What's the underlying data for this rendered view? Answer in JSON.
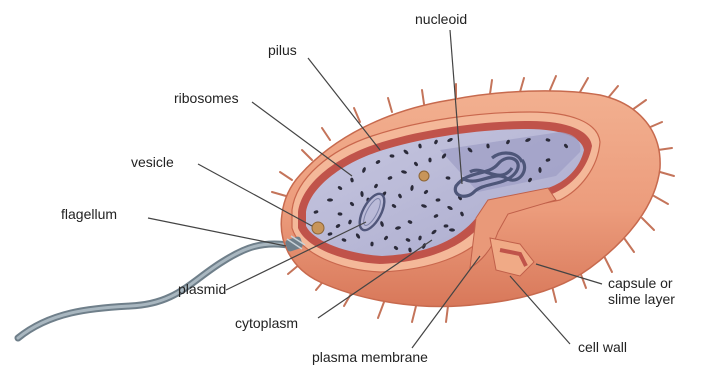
{
  "labels": {
    "nucleoid": "nucleoid",
    "pilus": "pilus",
    "ribosomes": "ribosomes",
    "vesicle": "vesicle",
    "flagellum": "flagellum",
    "plasmid": "plasmid",
    "cytoplasm": "cytoplasm",
    "plasma_membrane": "plasma membrane",
    "capsule_line1": "capsule or",
    "capsule_line2": "slime layer",
    "cell_wall": "cell wall"
  },
  "colors": {
    "capsule": "#ec9c7c",
    "capsule_dark": "#d97a5c",
    "cell_wall": "#f3b394",
    "membrane": "#c2544a",
    "cytoplasm": "#b9b9d6",
    "cytoplasm_floor": "#a6a6cb",
    "ribosome": "#2b2b3a",
    "dna": "#4e5679",
    "flagellum": "#7f8f9a",
    "leader": "#444444"
  }
}
